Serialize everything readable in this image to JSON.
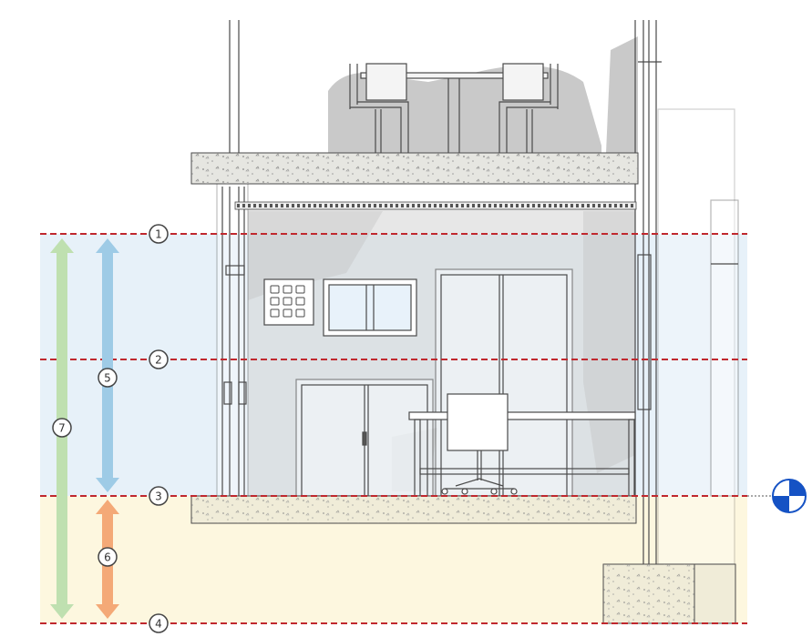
{
  "levels": [
    {
      "id": "1",
      "label": "1"
    },
    {
      "id": "2",
      "label": "2"
    },
    {
      "id": "3",
      "label": "3"
    },
    {
      "id": "4",
      "label": "4"
    }
  ],
  "spans": [
    {
      "id": "5",
      "label": "5"
    },
    {
      "id": "6",
      "label": "6"
    },
    {
      "id": "7",
      "label": "7"
    }
  ],
  "colors": {
    "level_line": "#c0282e",
    "zone_upper": "#e3eff8",
    "zone_lower": "#fdf6dc",
    "arrow_blue": "#9ecbe6",
    "arrow_orange": "#f4a977",
    "arrow_green": "#bfe0b0",
    "marker": "#1552c4",
    "concrete": "#e6e6e1",
    "shadow": "#bcbcbc",
    "wall": "#d3d3d3",
    "line": "#4a4a4a"
  }
}
